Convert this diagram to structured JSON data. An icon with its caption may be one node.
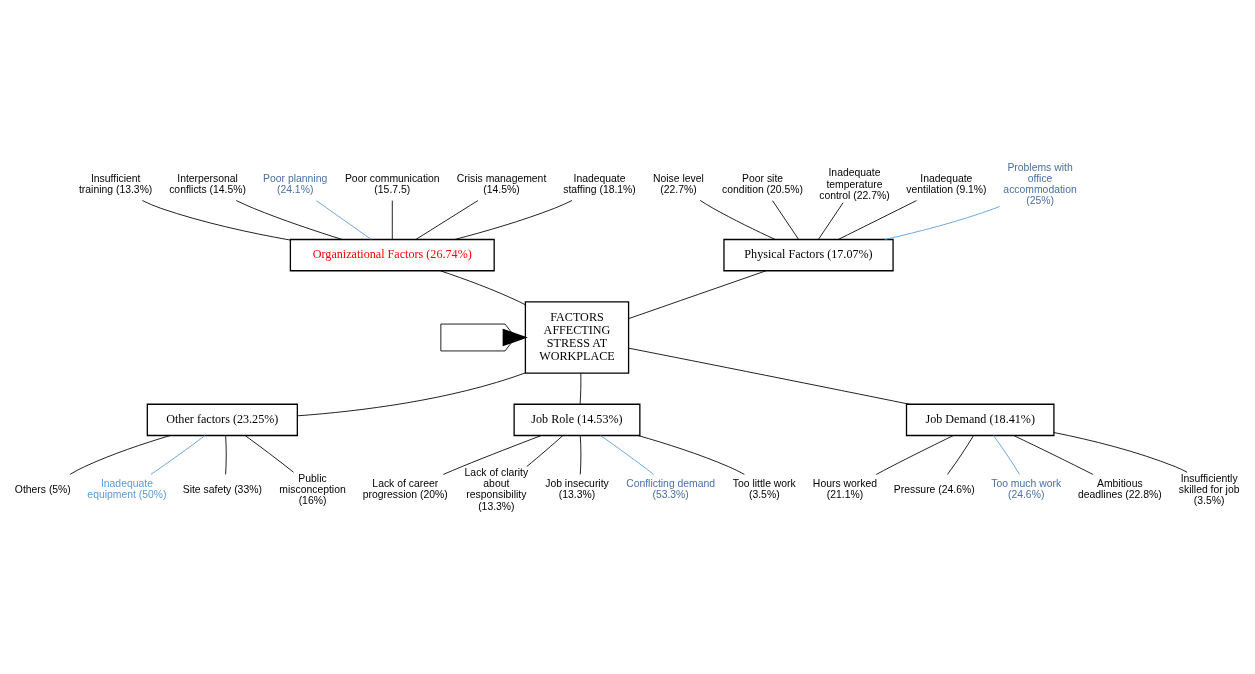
{
  "diagram": {
    "nodes": [
      {
        "text": [
          "Physical Factors (17.07%)"
        ]
      },
      {
        "text": [
          "Organizational Factors (26.74%)"
        ]
      },
      {
        "text": [
          "Noise level (22.7%)"
        ]
      },
      {
        "text": [
          "Poor site condition (20.5%)"
        ]
      },
      {
        "text": [
          "Insufficient training (13.3%)"
        ]
      },
      {
        "text": [
          "Interpersonal conflicts (14.5%)"
        ]
      },
      {
        "text": [
          "Inadequate temperature control (22.7%)"
        ]
      },
      {
        "text": [
          "Poor planning (24.1%)"
        ]
      },
      {
        "text": [
          "Poor communication (15.7.5)"
        ]
      },
      {
        "text": [
          "Inadequate ventilation (9.1%)"
        ]
      },
      {
        "text": [
          "Problems with office accommodation (25%)"
        ]
      },
      {
        "text": [
          "Crisis management (14.5%)"
        ]
      },
      {
        "text": [
          "Inadequate staffing (18.1%)"
        ]
      },
      {
        "text": [
          "FACTORS AFFECTING STRESS AT WORKPLACE"
        ]
      },
      {
        "text": [
          "Lack of career progression (20%)"
        ]
      },
      {
        "text": [
          "Hours worked (21.1%)"
        ]
      },
      {
        "text": [
          "Others (5%)"
        ]
      },
      {
        "text": [
          "Lack of clarity about responsibility (13.3%)"
        ]
      },
      {
        "text": [
          "Pressure (24.6%)"
        ]
      },
      {
        "text": [
          "Inadequate equipment (50%)"
        ]
      },
      {
        "text": [
          "Job insecurity (13.3%)"
        ]
      },
      {
        "text": [
          "Too much work (24.6%)"
        ]
      },
      {
        "text": [
          "Conflicting demand (53.3%)"
        ]
      },
      {
        "text": [
          "Site safety (33%)"
        ]
      },
      {
        "text": [
          "Public misconception (16%)"
        ]
      },
      {
        "text": [
          "Ambitious deadlines (22.8%)"
        ]
      },
      {
        "text": [
          "Too little work (3.5%)"
        ]
      },
      {
        "text": [
          "Insufficiently skilled for job (3.5%)"
        ]
      },
      {
        "text": [
          "Other factors (23.25%)"
        ]
      },
      {
        "text": [
          "Job Role (14.53%)"
        ]
      },
      {
        "text": [
          "Job Demand (18.41%)"
        ]
      },
      {
        "text": [],
        "shape": "chevron"
      }
    ],
    "edges": [
      {
        "from": 31,
        "to": 13,
        "arrow": "to"
      },
      {
        "from": 0,
        "to": 13,
        "arrow": "none"
      },
      {
        "from": 1,
        "to": 13,
        "arrow": "none"
      },
      {
        "from": 28,
        "to": 13,
        "arrow": "none"
      },
      {
        "from": 29,
        "to": 13,
        "arrow": "none"
      },
      {
        "from": 30,
        "to": 13,
        "arrow": "none"
      },
      {
        "from": 2,
        "to": 0,
        "arrow": "none"
      },
      {
        "from": 3,
        "to": 0,
        "arrow": "none"
      },
      {
        "from": 6,
        "to": 0,
        "arrow": "none"
      },
      {
        "from": 9,
        "to": 0,
        "arrow": "none"
      },
      {
        "from": 10,
        "to": 0,
        "arrow": "none",
        "color": "#5b9bd5"
      },
      {
        "from": 4,
        "to": 1,
        "arrow": "none"
      },
      {
        "from": 5,
        "to": 1,
        "arrow": "none"
      },
      {
        "from": 7,
        "to": 1,
        "arrow": "none",
        "color": "#5b9bd5"
      },
      {
        "from": 8,
        "to": 1,
        "arrow": "none"
      },
      {
        "from": 11,
        "to": 1,
        "arrow": "none"
      },
      {
        "from": 12,
        "to": 1,
        "arrow": "none"
      },
      {
        "from": 16,
        "to": 28,
        "arrow": "none"
      },
      {
        "from": 19,
        "to": 28,
        "arrow": "none",
        "color": "#5b9bd5"
      },
      {
        "from": 23,
        "to": 28,
        "arrow": "none"
      },
      {
        "from": 24,
        "to": 28,
        "arrow": "none"
      },
      {
        "from": 14,
        "to": 29,
        "arrow": "none"
      },
      {
        "from": 17,
        "to": 29,
        "arrow": "none"
      },
      {
        "from": 20,
        "to": 29,
        "arrow": "none"
      },
      {
        "from": 22,
        "to": 29,
        "arrow": "none",
        "color": "#5b9bd5"
      },
      {
        "from": 26,
        "to": 29,
        "arrow": "none"
      },
      {
        "from": 15,
        "to": 30,
        "arrow": "none"
      },
      {
        "from": 18,
        "to": 30,
        "arrow": "none"
      },
      {
        "from": 21,
        "to": 30,
        "arrow": "none",
        "color": "#5b9bd5"
      },
      {
        "from": 25,
        "to": 30,
        "arrow": "none"
      },
      {
        "from": 27,
        "to": 30,
        "arrow": "none"
      }
    ]
  }
}
